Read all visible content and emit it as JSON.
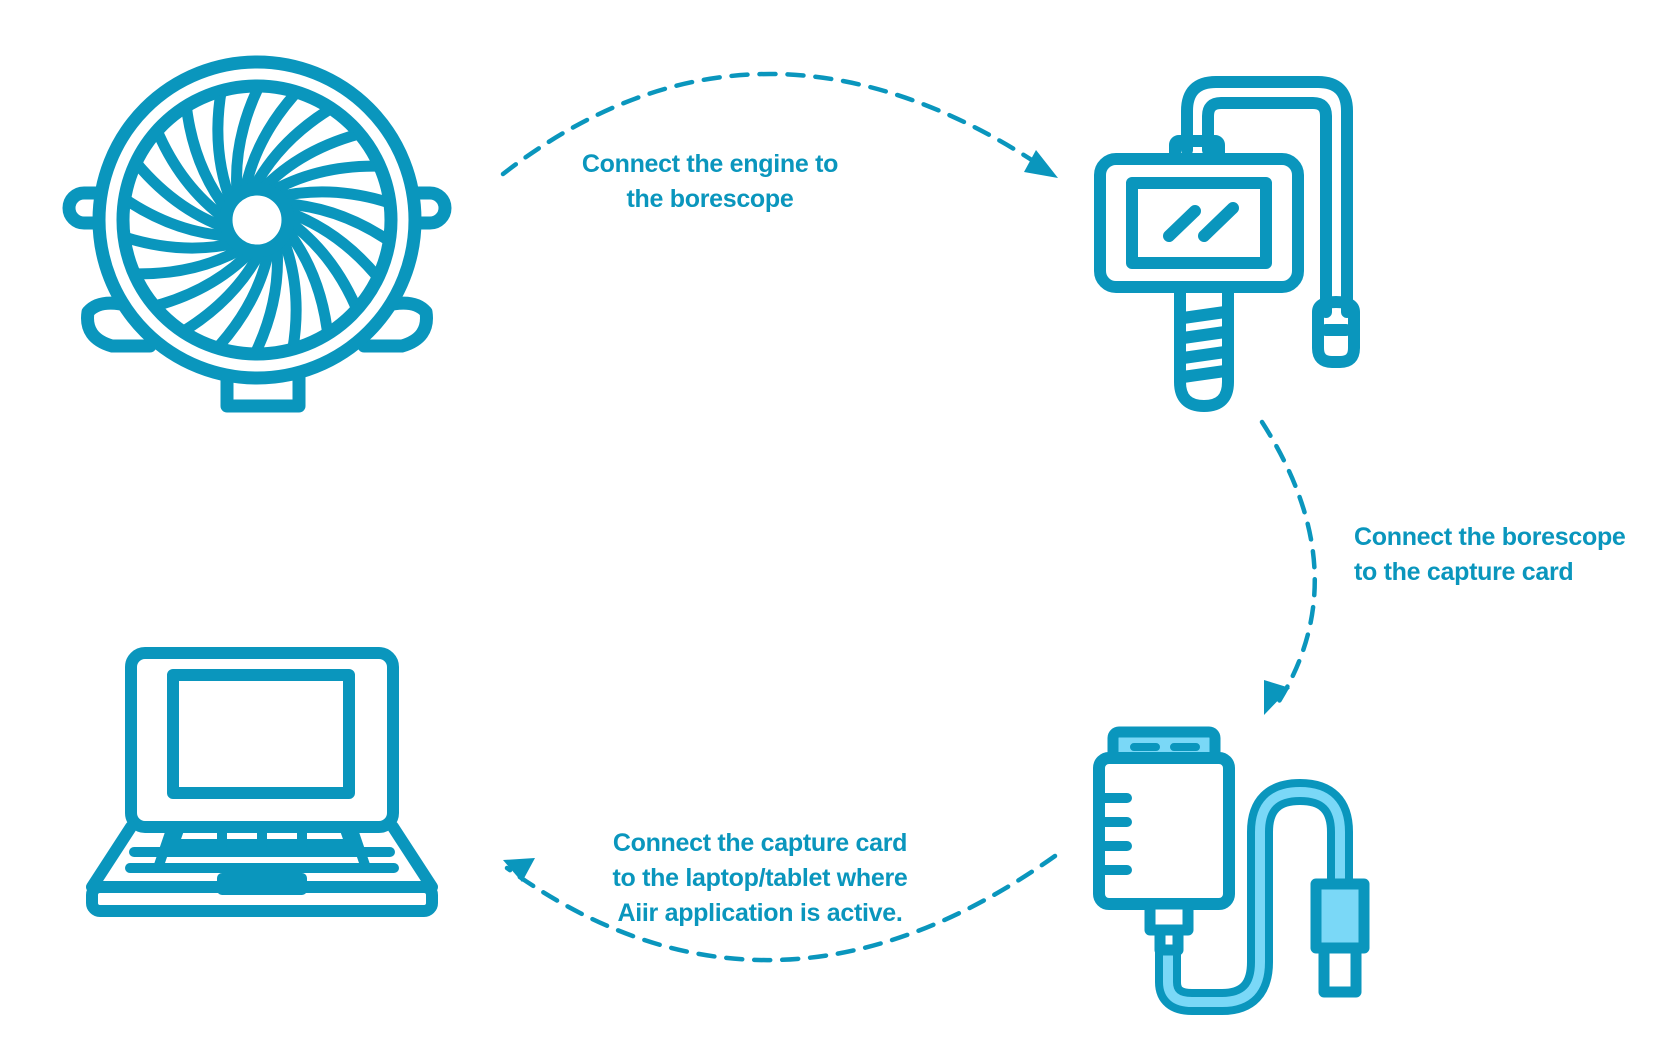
{
  "colors": {
    "primary": "#0a96bd",
    "accent_light": "#7ad8f7",
    "background": "#ffffff"
  },
  "nodes": [
    {
      "id": "engine",
      "icon": "jet-engine-icon"
    },
    {
      "id": "borescope",
      "icon": "borescope-icon"
    },
    {
      "id": "capture_card",
      "icon": "capture-card-icon"
    },
    {
      "id": "laptop",
      "icon": "laptop-icon"
    }
  ],
  "steps": [
    {
      "from": "engine",
      "to": "borescope",
      "lines": [
        "Connect the engine to",
        "the borescope"
      ]
    },
    {
      "from": "borescope",
      "to": "capture_card",
      "lines": [
        "Connect the borescope",
        "to the capture card"
      ]
    },
    {
      "from": "capture_card",
      "to": "laptop",
      "lines": [
        "Connect the capture card",
        "to the laptop/tablet where",
        "Aiir application is active."
      ]
    }
  ]
}
